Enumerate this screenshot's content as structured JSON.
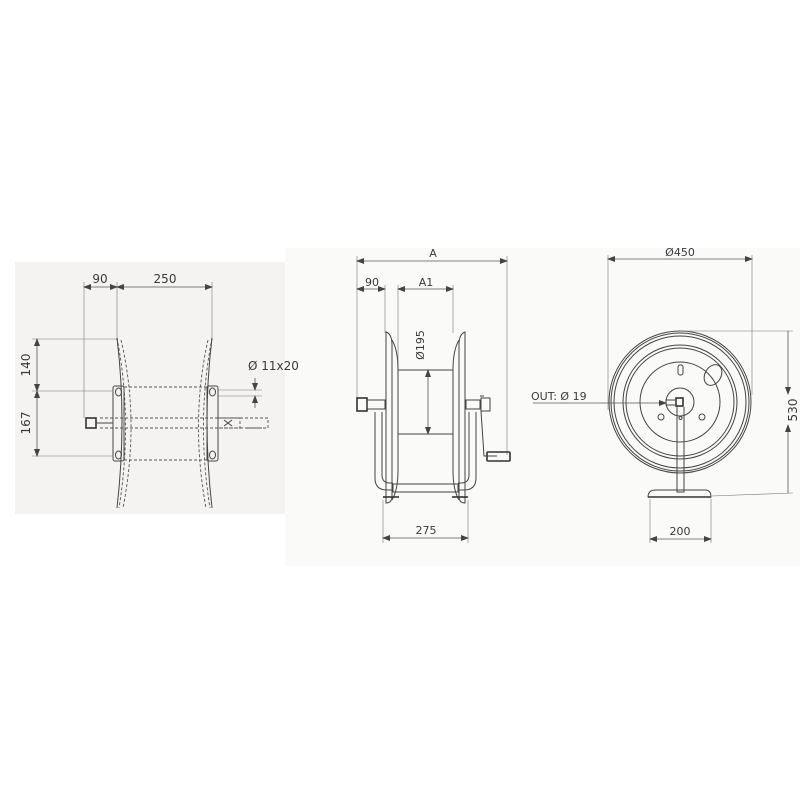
{
  "drawing": {
    "title": "Hose reel technical dimension drawing",
    "views": {
      "top_view": {
        "dim_offset": "90",
        "dim_spacing": "250",
        "dim_upper_height": "140",
        "dim_lower_height": "167",
        "mounting_hole": "Ø 11x20"
      },
      "front_view": {
        "dim_overall_width": "A",
        "dim_offset": "90",
        "dim_drum_width": "A1",
        "dim_drum_diameter": "Ø195",
        "dim_base_width": "275"
      },
      "side_view": {
        "dim_disc_diameter": "Ø450",
        "dim_overall_height": "530",
        "outlet_label": "OUT: Ø 19",
        "dim_foot_width": "200"
      }
    },
    "colors": {
      "line": "#444444",
      "text": "#3a3a3a",
      "background": "#ffffff"
    }
  }
}
